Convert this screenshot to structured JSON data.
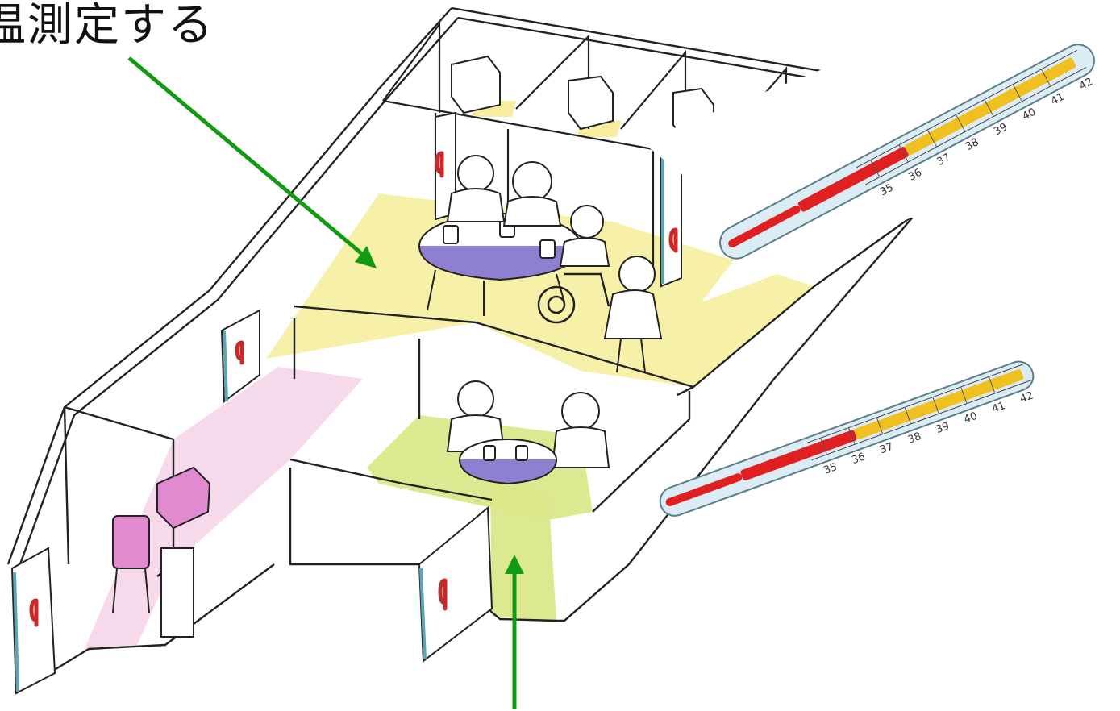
{
  "caption": "温測定する",
  "thermometers": [
    {
      "name": "thermometer-upper",
      "ticks": [
        "35",
        "36",
        "37",
        "38",
        "39",
        "40",
        "41",
        "42"
      ]
    },
    {
      "name": "thermometer-lower",
      "ticks": [
        "35",
        "36",
        "37",
        "38",
        "39",
        "40",
        "41",
        "42"
      ]
    }
  ],
  "colors": {
    "arrow": "#139a13",
    "upper_room_floor": "#f6ee9e",
    "lower_room_floor": "#dbe88a",
    "corridor_floor": "#f4cfe6",
    "mercury": "#e02020",
    "scale_fever": "#f0c020",
    "table": "#8f7fd0",
    "door_handle": "#c82a2a"
  },
  "icons": [
    "green-arrow-icon",
    "thermometer-icon",
    "door-handle-icon",
    "wheelchair-icon",
    "person-icon",
    "cup-icon"
  ]
}
